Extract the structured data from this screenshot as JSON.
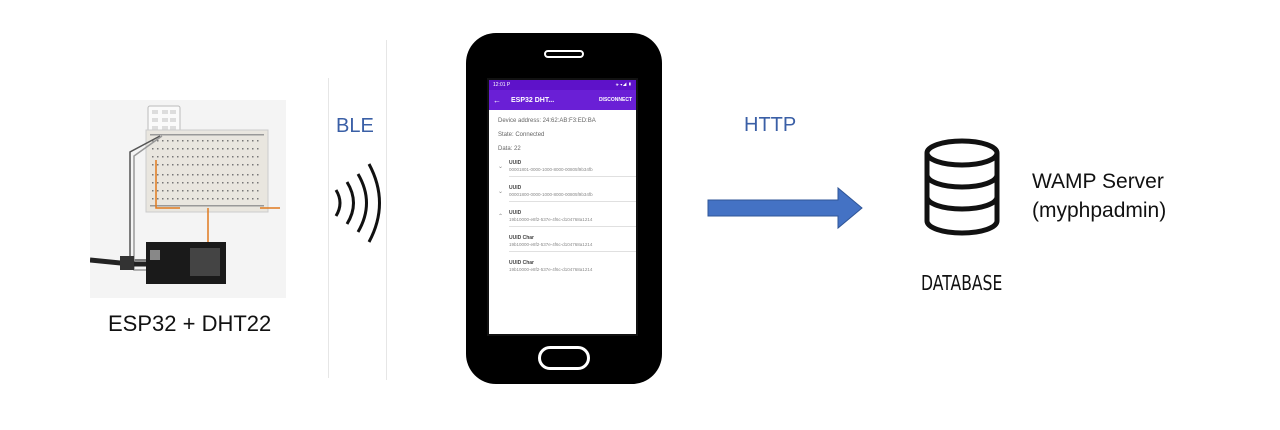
{
  "labels": {
    "esp": "ESP32 + DHT22",
    "ble": "BLE",
    "http": "HTTP",
    "database": "DATABASE",
    "wamp_line1": "WAMP Server",
    "wamp_line2": "(myphpadmin)"
  },
  "phone": {
    "status_time": "12:01",
    "status_p": "P",
    "status_icons": "⚹ ▾◢ ▮",
    "back_icon": "←",
    "title": "ESP32 DHT...",
    "disconnect": "DISCONNECT",
    "device_address": "Device address: 24:62:AB:F3:ED:BA",
    "state": "State: Connected",
    "data": "Data: 22",
    "services": [
      {
        "name": "UUID",
        "uuid": "00001801-0000-1000-8000-00805f9b34fb",
        "chevron": "⌄"
      },
      {
        "name": "UUID",
        "uuid": "00001800-0000-1000-8000-00805f9b34fb",
        "chevron": "⌄"
      },
      {
        "name": "UUID",
        "uuid": "19b10000-e8f2-537e-4f6c-d104768a1214",
        "chevron": "⌃"
      },
      {
        "name": "UUID Char",
        "uuid": "19b10000-e8f2-537e-4f6c-d104768a1214",
        "chevron": ""
      },
      {
        "name": "UUID Char",
        "uuid": "19b10000-e8f2-537e-4f6c-d104768a1214",
        "chevron": ""
      }
    ]
  },
  "colors": {
    "accent_text": "#3a5fa6",
    "arrow": "#4472c4",
    "app_bar": "#6a1fd6"
  }
}
